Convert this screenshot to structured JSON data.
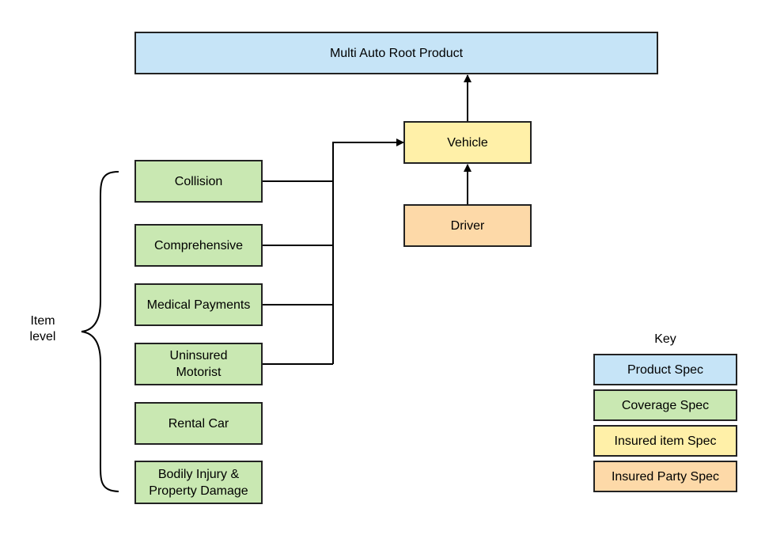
{
  "root_product": "Multi Auto Root Product",
  "vehicle": "Vehicle",
  "driver": "Driver",
  "coverages": [
    "Collision",
    "Comprehensive",
    "Medical Payments",
    "Uninsured\nMotorist",
    "Rental Car",
    "Bodily Injury &\nProperty Damage"
  ],
  "brace_label": "Item\nlevel",
  "key": {
    "title": "Key",
    "items": [
      "Product Spec",
      "Coverage Spec",
      "Insured item Spec",
      "Insured Party Spec"
    ]
  },
  "colors": {
    "product": "#c6e4f7",
    "coverage": "#c9e8b2",
    "insured_item": "#fff0a8",
    "insured_party": "#fdd9a8"
  }
}
